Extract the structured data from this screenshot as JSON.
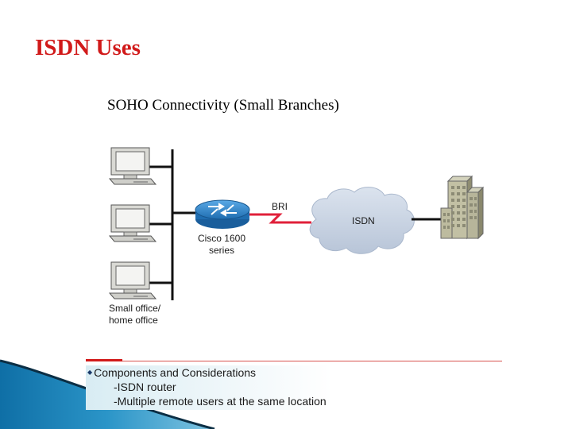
{
  "slide": {
    "title": "ISDN Uses",
    "subtitle": "SOHO Connectivity (Small Branches)"
  },
  "diagram": {
    "link_label": "BRI",
    "cloud_label": "ISDN",
    "router_label_line1": "Cisco 1600",
    "router_label_line2": "series",
    "office_label_line1": "Small office/",
    "office_label_line2": "home office",
    "router_color": "#2d7fc4",
    "cloud_color": "#c8d4e3",
    "link_color": "#e0203a",
    "building_color": "#b7b59a"
  },
  "notes": {
    "heading": "Components and Considerations",
    "items": [
      "-ISDN router",
      "-Multiple remote users at the same location"
    ]
  },
  "theme": {
    "title_color": "#d11a1a",
    "swoosh_color": "#1b7fb6"
  }
}
